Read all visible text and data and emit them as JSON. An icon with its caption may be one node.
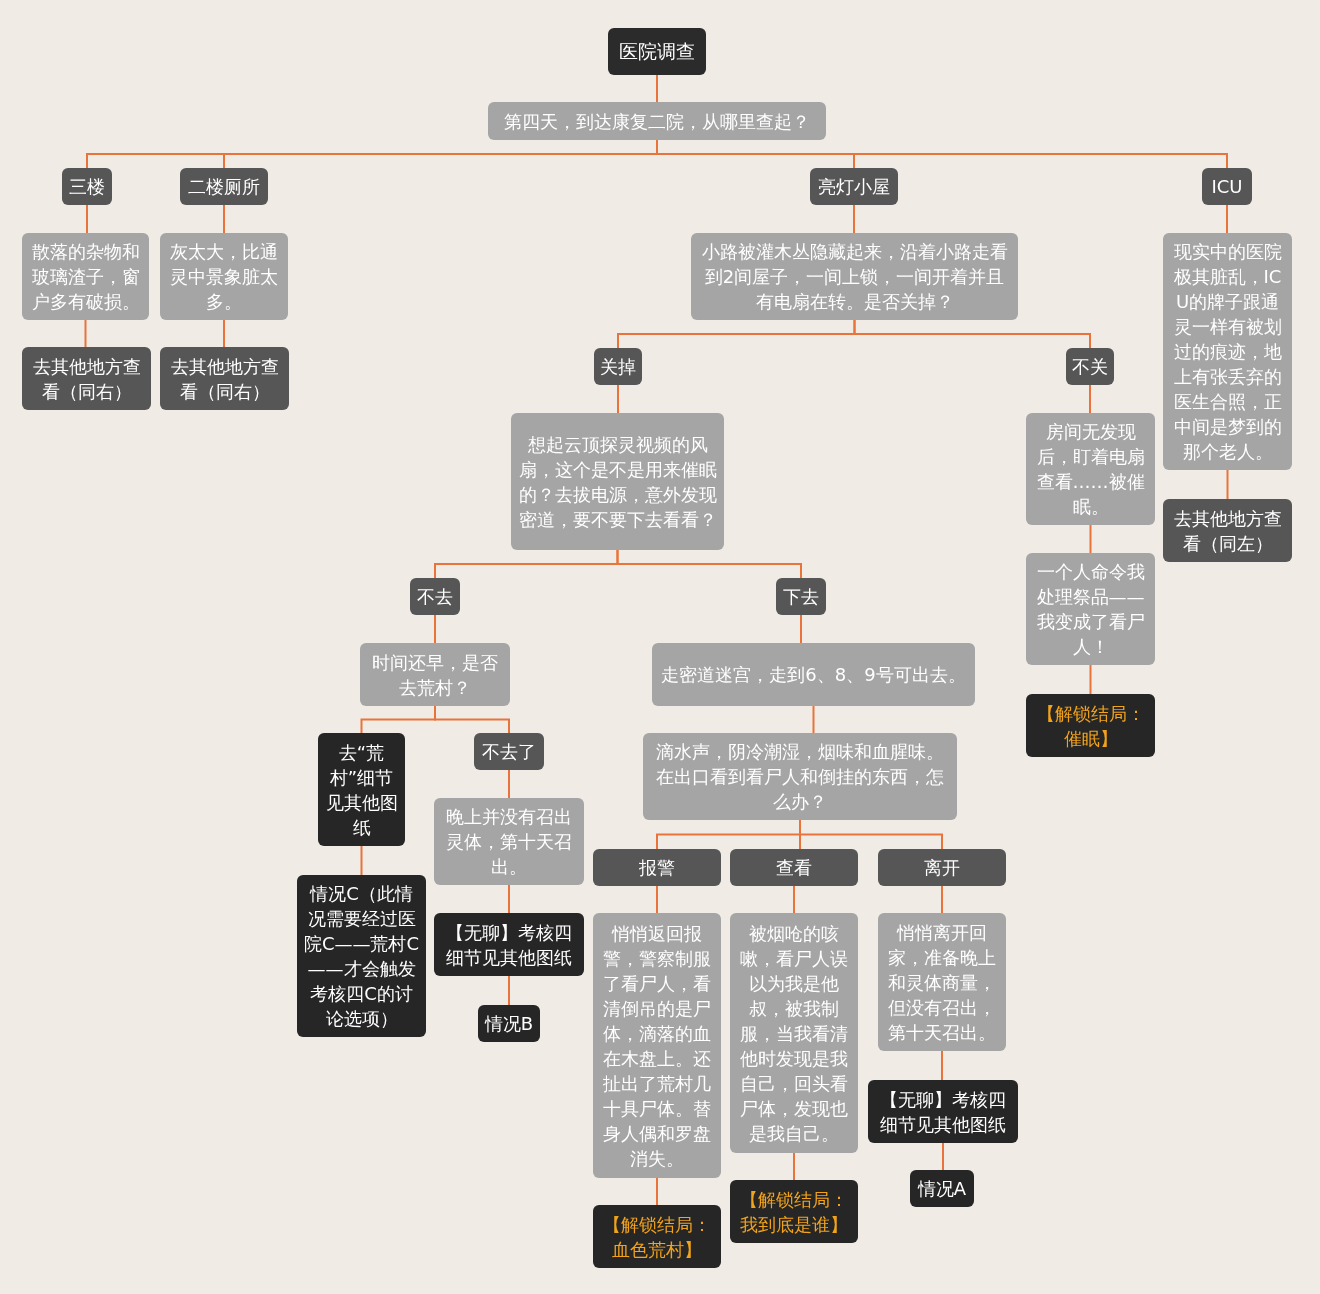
{
  "diagram": {
    "nodes": [
      {
        "text": [
          "医院调查"
        ]
      },
      {
        "text": [
          "第四天，到达康复二院，从哪里查起？"
        ]
      },
      {
        "text": [
          "三楼"
        ]
      },
      {
        "text": [
          "二楼厕所"
        ]
      },
      {
        "text": [
          "亮灯小屋"
        ]
      },
      {
        "text": [
          "ICU"
        ]
      },
      {
        "text": [
          "散落的杂物和玻璃渣子，窗户多有破损。"
        ]
      },
      {
        "text": [
          "去其他地方查看（同右）"
        ]
      },
      {
        "text": [
          "灰太大，比通灵中景象脏太多。"
        ]
      },
      {
        "text": [
          "去其他地方查看（同右）"
        ]
      },
      {
        "text": [
          "小路被灌木丛隐藏起来，沿着小路走看到2间屋子，一间上锁，一间开着并且有电扇在转。是否关掉？"
        ]
      },
      {
        "text": [
          "现实中的医院极其脏乱，ICU的牌子跟通灵一样有被划过的痕迹，地上有张丢弃的医生合照，正中间是梦到的那个老人。"
        ]
      },
      {
        "text": [
          "去其他地方查看（同左）"
        ]
      },
      {
        "text": [
          "关掉"
        ]
      },
      {
        "text": [
          "不关"
        ]
      },
      {
        "text": [
          "想起云顶探灵视频的风扇，这个是不是用来催眠的？去拔电源，意外发现密道，要不要下去看看？"
        ]
      },
      {
        "text": [
          "房间无发现后，盯着电扇查看……被催眠。"
        ]
      },
      {
        "text": [
          "一个人命令我处理祭品——我变成了看尸人！"
        ]
      },
      {
        "text": [
          "【解锁结局：催眠】"
        ]
      },
      {
        "text": [
          "不去"
        ]
      },
      {
        "text": [
          "下去"
        ]
      },
      {
        "text": [
          "时间还早，是否去荒村？"
        ]
      },
      {
        "text": [
          "走密道迷宫，走到6、8、9号可出去。"
        ]
      },
      {
        "text": [
          "去“荒村”细节见其他图纸"
        ]
      },
      {
        "text": [
          "不去了"
        ]
      },
      {
        "text": [
          "晚上并没有召出灵体，第十天召出。"
        ]
      },
      {
        "text": [
          "滴水声，阴冷潮湿，烟味和血腥味。在出口看到看尸人和倒挂的东西，怎么办？"
        ]
      },
      {
        "text": [
          "情况C（此情况需要经过医院C——荒村C——才会触发考核四C的讨论选项）"
        ]
      },
      {
        "text": [
          "【无聊】考核四细节见其他图纸"
        ]
      },
      {
        "text": [
          "情况B"
        ]
      },
      {
        "text": [
          "报警"
        ]
      },
      {
        "text": [
          "查看"
        ]
      },
      {
        "text": [
          "离开"
        ]
      },
      {
        "text": [
          "悄悄返回报警，警察制服了看尸人，看清倒吊的是尸体，滴落的血在木盘上。还扯出了荒村几十具尸体。替身人偶和罗盘消失。"
        ]
      },
      {
        "text": [
          "被烟呛的咳嗽，看尸人误以为我是他叔，被我制服，当我看清他时发现是我自己，回头看尸体，发现也是我自己。"
        ]
      },
      {
        "text": [
          "悄悄离开回家，准备晚上和灵体商量，但没有召出，第十天召出。"
        ]
      },
      {
        "text": [
          "【解锁结局：血色荒村】"
        ]
      },
      {
        "text": [
          "【解锁结局：我到底是谁】"
        ]
      },
      {
        "text": [
          "【无聊】考核四细节见其他图纸"
        ]
      },
      {
        "text": [
          "情况A"
        ]
      }
    ],
    "edges": [
      {
        "from": 0,
        "to": 1,
        "arrow": "none"
      },
      {
        "from": 1,
        "to": 2,
        "arrow": "none"
      },
      {
        "from": 1,
        "to": 3,
        "arrow": "none"
      },
      {
        "from": 1,
        "to": 4,
        "arrow": "none"
      },
      {
        "from": 1,
        "to": 5,
        "arrow": "none"
      },
      {
        "from": 2,
        "to": 6,
        "arrow": "none"
      },
      {
        "from": 6,
        "to": 7,
        "arrow": "none"
      },
      {
        "from": 3,
        "to": 8,
        "arrow": "none"
      },
      {
        "from": 8,
        "to": 9,
        "arrow": "none"
      },
      {
        "from": 4,
        "to": 10,
        "arrow": "none"
      },
      {
        "from": 5,
        "to": 11,
        "arrow": "none"
      },
      {
        "from": 11,
        "to": 12,
        "arrow": "none"
      },
      {
        "from": 10,
        "to": 13,
        "arrow": "none"
      },
      {
        "from": 10,
        "to": 14,
        "arrow": "none"
      },
      {
        "from": 13,
        "to": 15,
        "arrow": "none"
      },
      {
        "from": 14,
        "to": 16,
        "arrow": "none"
      },
      {
        "from": 16,
        "to": 17,
        "arrow": "none"
      },
      {
        "from": 17,
        "to": 18,
        "arrow": "none"
      },
      {
        "from": 15,
        "to": 19,
        "arrow": "none"
      },
      {
        "from": 15,
        "to": 20,
        "arrow": "none"
      },
      {
        "from": 19,
        "to": 21,
        "arrow": "none"
      },
      {
        "from": 20,
        "to": 22,
        "arrow": "none"
      },
      {
        "from": 21,
        "to": 23,
        "arrow": "none"
      },
      {
        "from": 21,
        "to": 24,
        "arrow": "none"
      },
      {
        "from": 24,
        "to": 25,
        "arrow": "none"
      },
      {
        "from": 23,
        "to": 27,
        "arrow": "none"
      },
      {
        "from": 25,
        "to": 28,
        "arrow": "none"
      },
      {
        "from": 28,
        "to": 29,
        "arrow": "none"
      },
      {
        "from": 22,
        "to": 26,
        "arrow": "none"
      },
      {
        "from": 26,
        "to": 30,
        "arrow": "none"
      },
      {
        "from": 26,
        "to": 31,
        "arrow": "none"
      },
      {
        "from": 26,
        "to": 32,
        "arrow": "none"
      },
      {
        "from": 30,
        "to": 33,
        "arrow": "none"
      },
      {
        "from": 33,
        "to": 36,
        "arrow": "none"
      },
      {
        "from": 31,
        "to": 34,
        "arrow": "none"
      },
      {
        "from": 34,
        "to": 37,
        "arrow": "none"
      },
      {
        "from": 32,
        "to": 35,
        "arrow": "none"
      },
      {
        "from": 35,
        "to": 38,
        "arrow": "none"
      },
      {
        "from": 38,
        "to": 39,
        "arrow": "none"
      }
    ]
  }
}
